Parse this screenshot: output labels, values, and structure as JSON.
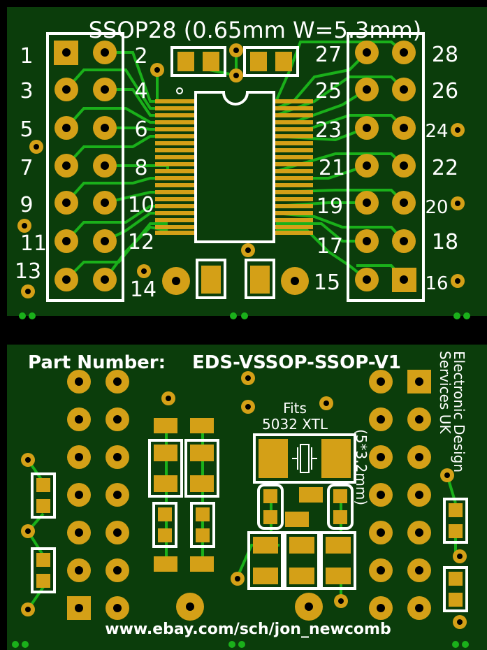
{
  "colors": {
    "board": "#0b3d0b",
    "trace": "#1ab01a",
    "pad": "#d4a017",
    "silk": "#ffffff",
    "drill": "#000000",
    "background": "#000000"
  },
  "top": {
    "title": "SSOP28 (0.65mm W=5.3mm)",
    "pin_labels": [
      "1",
      "2",
      "3",
      "4",
      "5",
      "6",
      "7",
      "8",
      "9",
      "10",
      "11",
      "12",
      "13",
      "14",
      "15",
      "16",
      "17",
      "18",
      "19",
      "20",
      "21",
      "22",
      "23",
      "24",
      "25",
      "26",
      "27",
      "28"
    ]
  },
  "bottom": {
    "part_number_label": "Part Number:",
    "part_number": "EDS-VSSOP-SSOP-V1",
    "fits_line1": "Fits",
    "fits_line2": "5032 XTL",
    "fits_dims": "(5*3.2mm)",
    "company_line1": "Electronic Design",
    "company_line2": "Services UK",
    "url": "www.ebay.com/sch/jon_newcomb"
  }
}
